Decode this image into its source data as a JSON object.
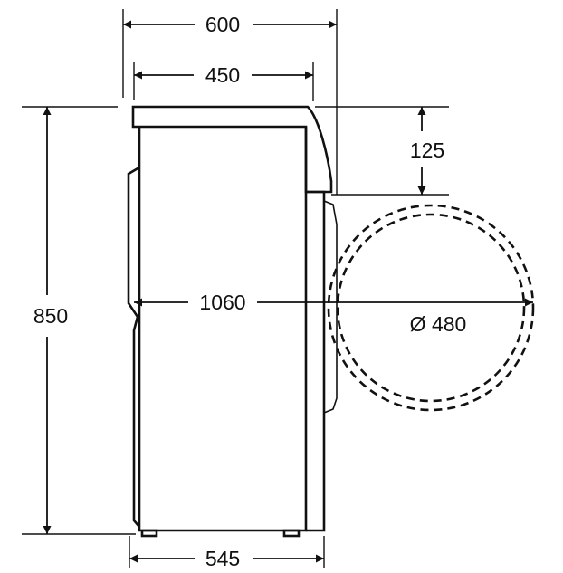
{
  "diagram": {
    "dimensions": {
      "overall_depth": "600",
      "body_depth": "450",
      "door_clearance": "125",
      "door_open_depth": "1060",
      "door_diameter": "Ø 480",
      "height": "850",
      "base_depth": "545"
    },
    "colors": {
      "line": "#111111",
      "background": "#ffffff"
    }
  }
}
